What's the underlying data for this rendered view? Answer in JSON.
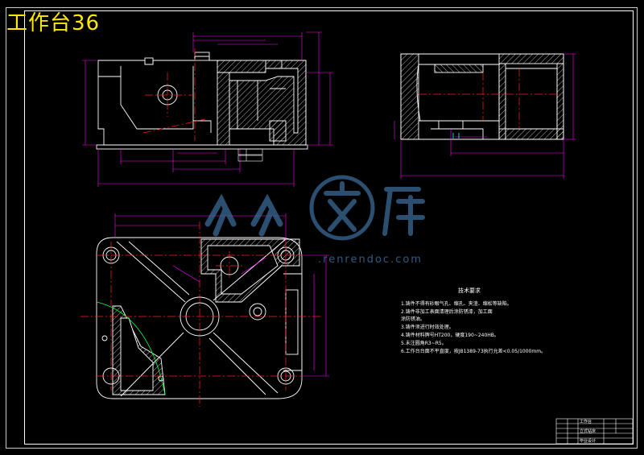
{
  "drawing": {
    "title": "工作台36",
    "watermark": {
      "text": ".renrendoc.com"
    },
    "colors": {
      "background": "#000000",
      "outline": "#ffffff",
      "dimension": "#ff00ff",
      "centerline": "#ff2020",
      "hatch": "#00ff40",
      "yellow": "#ffff00",
      "cyan": "#00ffff",
      "title_text": "#ffe800"
    }
  },
  "technical_requirements": {
    "heading": "技术要求",
    "lines": [
      "1.铸件不得有砂眼气孔、缩孔、夹渣、缩松等缺陷。",
      "2.铸件非加工表面清理后涂防锈漆，加工面",
      "   涂防锈油。",
      "3.铸件须进行时效处理。",
      "4.铸件材料牌号HT200，硬度190~240HB。",
      "5.未注圆角R3~R5。",
      "6.工作台台面不平直度，按JB1389-73执行允差<0.05/1000mm。"
    ]
  },
  "title_block": {
    "part_name": "工作台",
    "row2": "立式钻床",
    "row3": "毕业设计"
  }
}
